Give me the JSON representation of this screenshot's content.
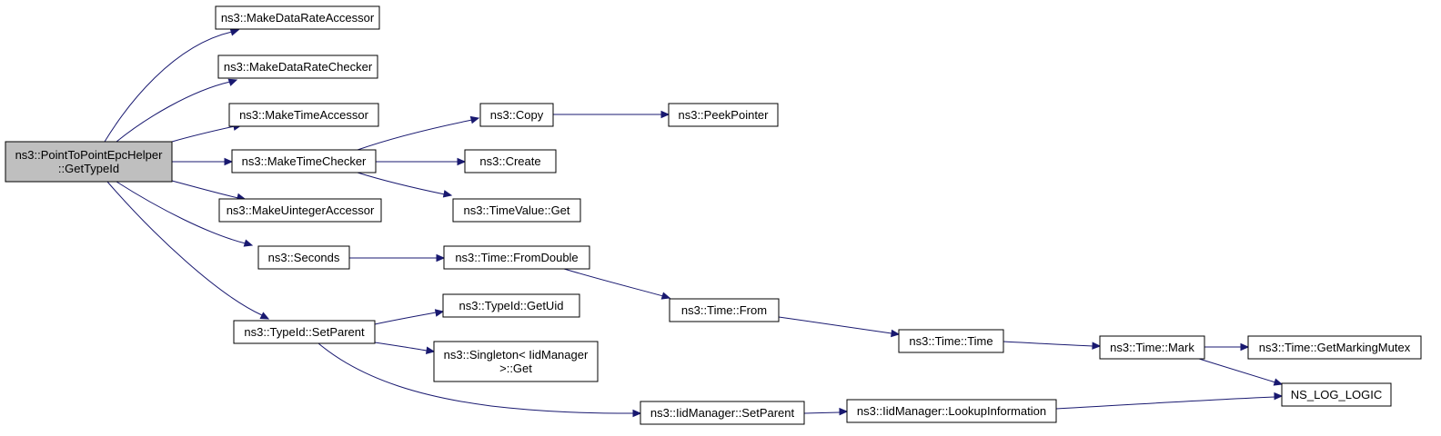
{
  "graph": {
    "title": "",
    "colors": {
      "edge": "#191970",
      "root_fill": "#bfbfbf",
      "node_fill": "#ffffff",
      "border": "#000000"
    },
    "nodes": [
      {
        "id": "root",
        "lines": [
          "ns3::PointToPointEpcHelper",
          "::GetTypeId"
        ],
        "root": true
      },
      {
        "id": "make-data-rate-accessor",
        "lines": [
          "ns3::MakeDataRateAccessor"
        ]
      },
      {
        "id": "make-data-rate-checker",
        "lines": [
          "ns3::MakeDataRateChecker"
        ]
      },
      {
        "id": "make-time-accessor",
        "lines": [
          "ns3::MakeTimeAccessor"
        ]
      },
      {
        "id": "make-time-checker",
        "lines": [
          "ns3::MakeTimeChecker"
        ]
      },
      {
        "id": "make-uinteger-accessor",
        "lines": [
          "ns3::MakeUintegerAccessor"
        ]
      },
      {
        "id": "seconds",
        "lines": [
          "ns3::Seconds"
        ]
      },
      {
        "id": "typeid-set-parent",
        "lines": [
          "ns3::TypeId::SetParent"
        ]
      },
      {
        "id": "copy",
        "lines": [
          "ns3::Copy"
        ]
      },
      {
        "id": "peek-pointer",
        "lines": [
          "ns3::PeekPointer"
        ]
      },
      {
        "id": "create",
        "lines": [
          "ns3::Create"
        ]
      },
      {
        "id": "timevalue-get",
        "lines": [
          "ns3::TimeValue::Get"
        ]
      },
      {
        "id": "time-from-double",
        "lines": [
          "ns3::Time::FromDouble"
        ]
      },
      {
        "id": "time-from",
        "lines": [
          "ns3::Time::From"
        ]
      },
      {
        "id": "time-time",
        "lines": [
          "ns3::Time::Time"
        ]
      },
      {
        "id": "time-mark",
        "lines": [
          "ns3::Time::Mark"
        ]
      },
      {
        "id": "time-get-marking-mutex",
        "lines": [
          "ns3::Time::GetMarkingMutex"
        ]
      },
      {
        "id": "ns-log-logic",
        "lines": [
          "NS_LOG_LOGIC"
        ]
      },
      {
        "id": "typeid-get-uid",
        "lines": [
          "ns3::TypeId::GetUid"
        ]
      },
      {
        "id": "singleton-get",
        "lines": [
          "ns3::Singleton< IidManager",
          ">::Get"
        ]
      },
      {
        "id": "iidmanager-set-parent",
        "lines": [
          "ns3::IidManager::SetParent"
        ]
      },
      {
        "id": "iidmanager-lookup-information",
        "lines": [
          "ns3::IidManager::LookupInformation"
        ]
      }
    ],
    "edges": [
      {
        "from": "root",
        "to": "make-data-rate-accessor"
      },
      {
        "from": "root",
        "to": "make-data-rate-checker"
      },
      {
        "from": "root",
        "to": "make-time-accessor"
      },
      {
        "from": "root",
        "to": "make-time-checker"
      },
      {
        "from": "root",
        "to": "make-uinteger-accessor"
      },
      {
        "from": "root",
        "to": "seconds"
      },
      {
        "from": "root",
        "to": "typeid-set-parent"
      },
      {
        "from": "make-time-checker",
        "to": "copy"
      },
      {
        "from": "make-time-checker",
        "to": "create"
      },
      {
        "from": "make-time-checker",
        "to": "timevalue-get"
      },
      {
        "from": "copy",
        "to": "peek-pointer"
      },
      {
        "from": "seconds",
        "to": "time-from-double"
      },
      {
        "from": "time-from-double",
        "to": "time-from"
      },
      {
        "from": "time-from",
        "to": "time-time"
      },
      {
        "from": "time-time",
        "to": "time-mark"
      },
      {
        "from": "time-mark",
        "to": "time-get-marking-mutex"
      },
      {
        "from": "time-mark",
        "to": "ns-log-logic"
      },
      {
        "from": "typeid-set-parent",
        "to": "typeid-get-uid"
      },
      {
        "from": "typeid-set-parent",
        "to": "singleton-get"
      },
      {
        "from": "typeid-set-parent",
        "to": "iidmanager-set-parent"
      },
      {
        "from": "iidmanager-set-parent",
        "to": "iidmanager-lookup-information"
      },
      {
        "from": "iidmanager-lookup-information",
        "to": "ns-log-logic"
      }
    ]
  }
}
